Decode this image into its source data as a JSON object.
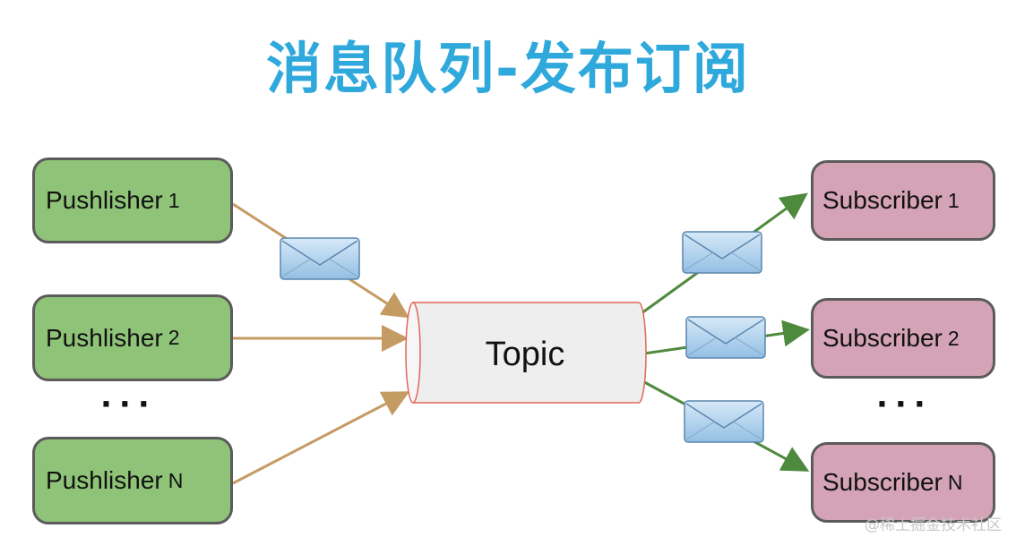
{
  "title": "消息队列-发布订阅",
  "publishers": [
    {
      "name": "Pushlisher",
      "index": "1"
    },
    {
      "name": "Pushlisher",
      "index": "2"
    },
    {
      "name": "Pushlisher",
      "index": "N"
    }
  ],
  "subscribers": [
    {
      "name": "Subscriber",
      "index": "1"
    },
    {
      "name": "Subscriber",
      "index": "2"
    },
    {
      "name": "Subscriber",
      "index": "N"
    }
  ],
  "topic": {
    "label": "Topic"
  },
  "ellipsis": "···",
  "watermark": "@稀土掘金技术社区",
  "colors": {
    "title": "#2fa9dc",
    "publisher_fill": "#8fc478",
    "subscriber_fill": "#d4a3b6",
    "publisher_arrow": "#c49b63",
    "subscriber_arrow": "#4e8a3e",
    "topic_border": "#e0675a",
    "envelope": "#a9cdeb"
  }
}
